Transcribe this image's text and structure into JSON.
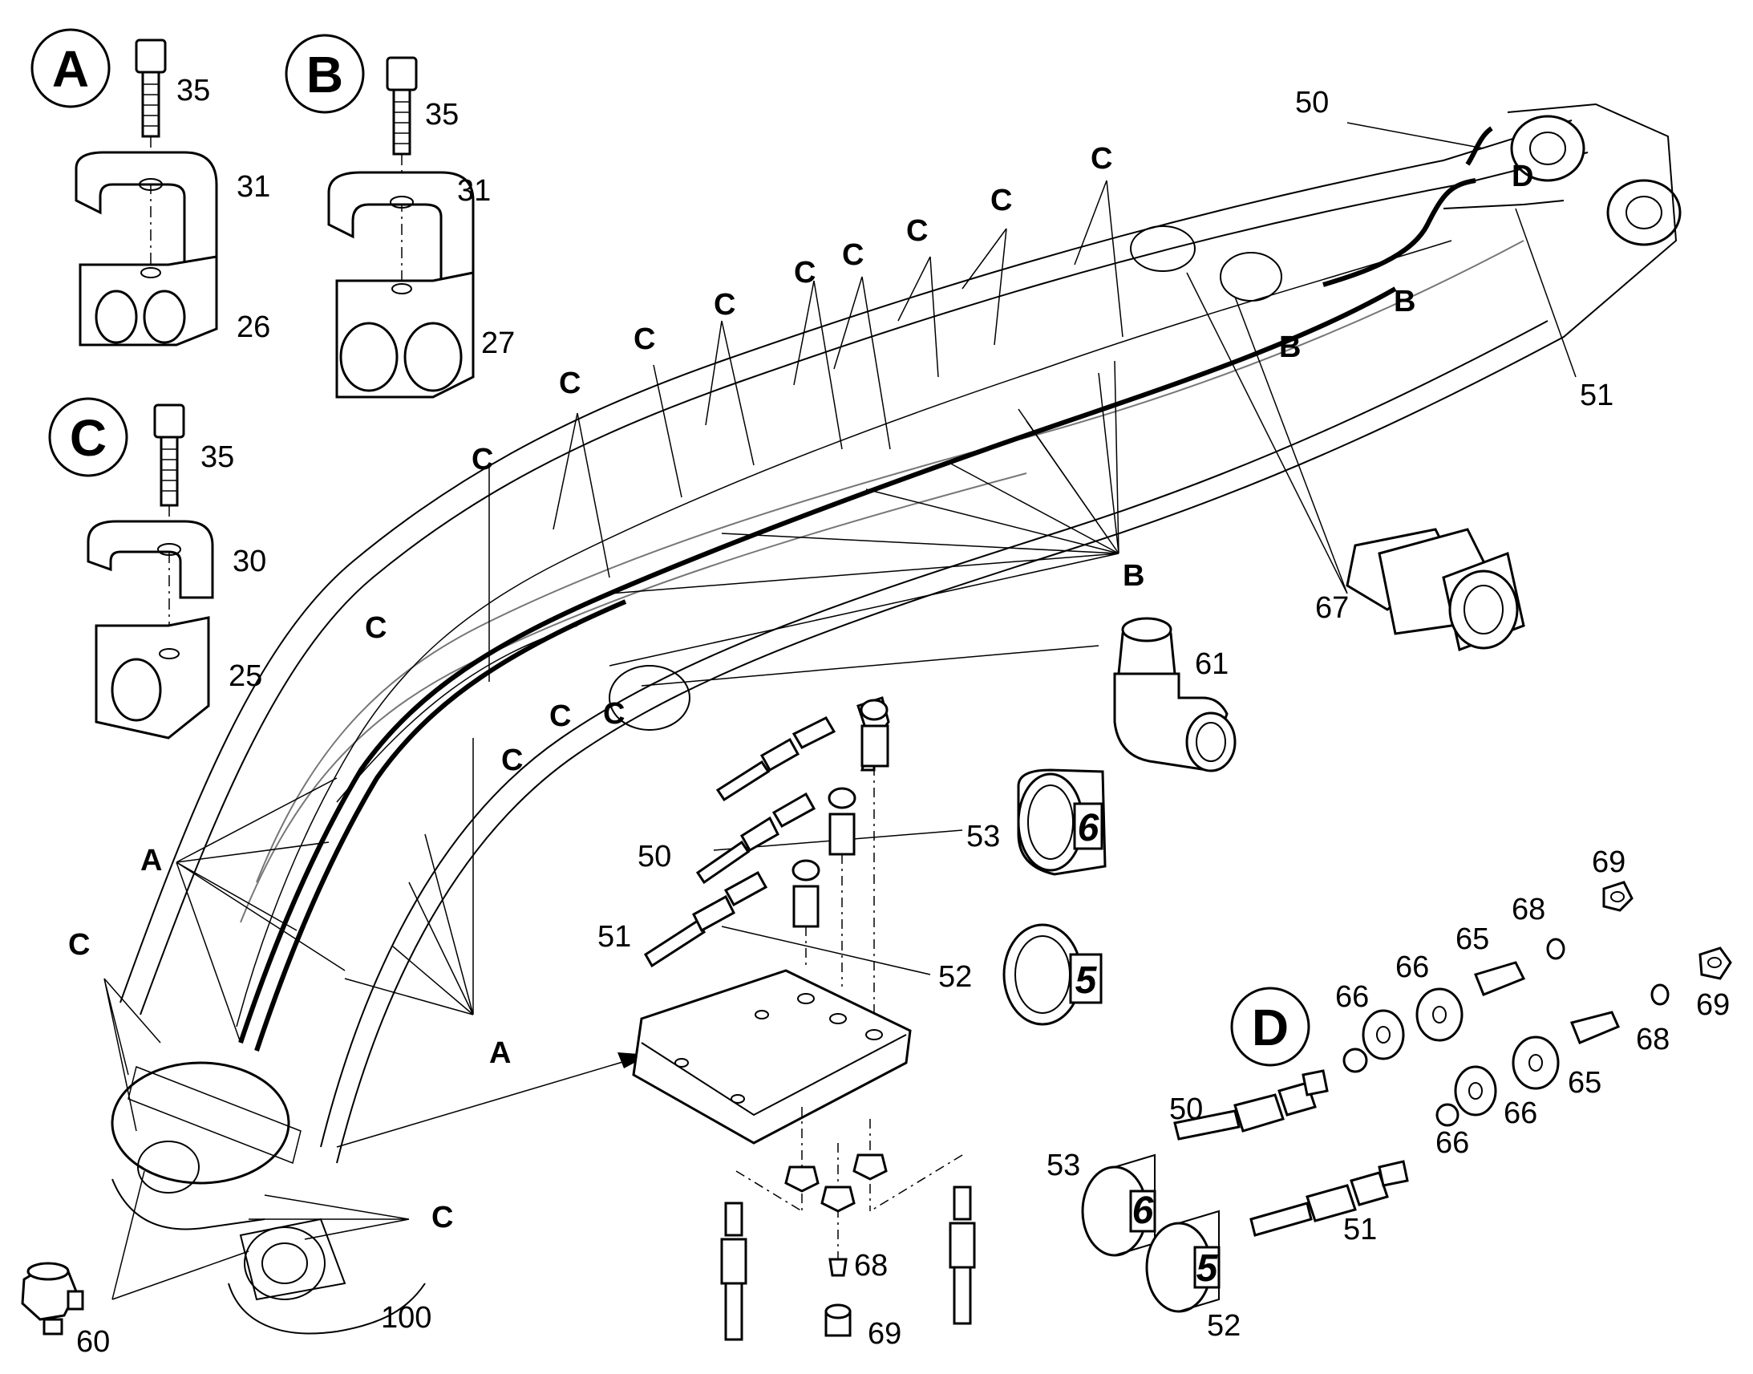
{
  "detail_circles": {
    "a": "A",
    "b": "B",
    "c": "C",
    "d": "D"
  },
  "part_numbers": {
    "screw_a": "35",
    "clamp_top_a": "31",
    "clamp_block_a": "26",
    "screw_b": "35",
    "clamp_top_b": "31",
    "clamp_block_b": "27",
    "screw_c": "35",
    "clamp_top_c": "30",
    "clamp_block_c": "25",
    "elbow_fitting": "61",
    "connector": "67",
    "pipe_top_50": "50",
    "pipe_top_51": "51",
    "hose_50": "50",
    "hose_51": "51",
    "tag_53": "53",
    "tag_52": "52",
    "fitting_60": "60",
    "hose_100": "100",
    "nut_68": "68",
    "nut_69": "69",
    "d_69_top": "69",
    "d_68_top": "68",
    "d_65_top": "65",
    "d_66_top_a": "66",
    "d_66_top_b": "66",
    "d_69_right": "69",
    "d_68_right": "68",
    "d_65_right": "65",
    "d_66_right_a": "66",
    "d_66_right_b": "66",
    "d_50": "50",
    "d_51": "51",
    "d_53": "53",
    "d_52": "52"
  },
  "callouts": {
    "a_left": "A",
    "a_bottom": "A",
    "b_right": "B",
    "b_upper1": "B",
    "b_upper2": "B",
    "d_upper": "D",
    "c1": "C",
    "c2": "C",
    "c3": "C",
    "c4": "C",
    "c5": "C",
    "c6": "C",
    "c7": "C",
    "c8": "C",
    "c9": "C",
    "c10": "C",
    "c11": "C",
    "c12": "C",
    "c13": "C",
    "c14": "C",
    "c15": "C"
  },
  "tags": {
    "six_mid": "6",
    "five_mid": "5",
    "six_low": "6",
    "five_low": "5"
  }
}
